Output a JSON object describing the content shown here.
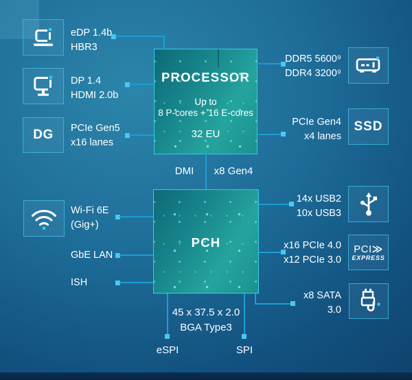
{
  "diagram": {
    "processor": {
      "title": "PROCESSOR",
      "sub1": "Up to",
      "sub2": "8 P-cores + 16 E-cores",
      "graphics": "32 EU"
    },
    "pch": {
      "title": "PCH"
    },
    "links": {
      "dmi": "DMI",
      "gen4": "x8 Gen4"
    },
    "package": {
      "dimensions": "45 x 37.5 x 2.0",
      "type": "BGA Type3",
      "espi": "eSPI",
      "spi": "SPI"
    },
    "left": [
      {
        "icon": "laptop-icon",
        "line1": "eDP 1.4b",
        "line2": "HBR3"
      },
      {
        "icon": "monitor-icon",
        "line1": "DP 1.4",
        "line2": "HDMI 2.0b"
      },
      {
        "icon": "dg-badge",
        "badge": "DG",
        "line1": "PCIe Gen5",
        "line2": "x16 lanes"
      },
      {
        "icon": "wifi-icon",
        "line1": "Wi-Fi 6E",
        "line2": "(Gig+)"
      },
      {
        "line1": "GbE LAN"
      },
      {
        "line1": "ISH"
      }
    ],
    "right": [
      {
        "icon": "memory-icon",
        "line1": "DDR5 5600⁹",
        "line2": "DDR4 3200⁹"
      },
      {
        "icon": "ssd-badge",
        "badge": "SSD",
        "line1": "PCIe Gen4",
        "line2": "x4 lanes"
      },
      {
        "icon": "usb-icon",
        "line1": "14x USB2",
        "line2": "10x USB3"
      },
      {
        "icon": "pcie-logo",
        "logo_top": "PCI",
        "logo_chevron": "≫",
        "logo_bottom": "EXPRESS",
        "line1": "x16 PCIe 4.0",
        "line2": "x12 PCIe 3.0"
      },
      {
        "icon": "sata-icon",
        "line1": "x8 SATA",
        "line2": "3.0"
      }
    ],
    "colors": {
      "accent_line": "#1d9ed4",
      "accent_dot": "#4ac8f0",
      "chip_border": "#38cbe9",
      "icon_accent": "#35c8ea"
    }
  }
}
